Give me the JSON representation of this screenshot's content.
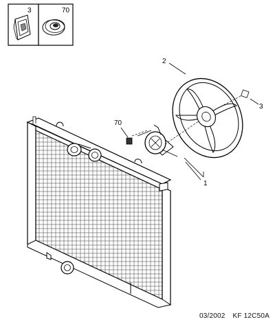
{
  "insets": [
    {
      "number": "3",
      "icon": "clip-icon"
    },
    {
      "number": "70",
      "icon": "grommet-ring-icon"
    }
  ],
  "callouts": {
    "fan_shroud": "2",
    "clip": "3",
    "grommet": "70",
    "fan_assembly": "1"
  },
  "footer": {
    "date": "03/2002",
    "reference": "KF 12C50A"
  }
}
